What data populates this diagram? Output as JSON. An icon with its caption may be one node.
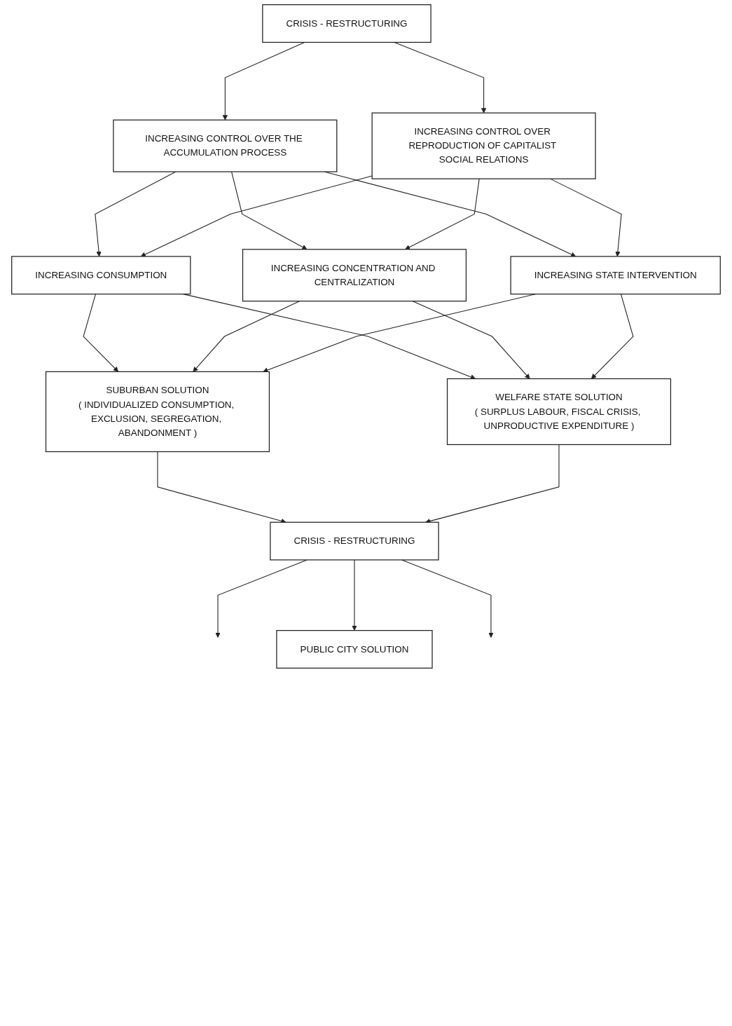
{
  "diagram": {
    "nodes": [
      {
        "text": [
          "CRISIS - RESTRUCTURING"
        ]
      },
      {
        "text": [
          "INCREASING CONTROL OVER THE ACCUMULATION PROCESS"
        ]
      },
      {
        "text": [
          "INCREASING CONTROL OVER REPRODUCTION OF CAPITALIST SOCIAL RELATIONS"
        ]
      },
      {
        "text": [
          "INCREASING CONSUMPTION"
        ]
      },
      {
        "text": [
          "INCREASING CONCENTRATION AND CENTRALIZATION"
        ]
      },
      {
        "text": [
          "INCREASING STATE INTERVENTION"
        ]
      },
      {
        "text": [
          "SUBURBAN SOLUTION",
          "( INDIVIDUALIZED CONSUMPTION, EXCLUSION, SEGREGATION, ABANDONMENT )"
        ]
      },
      {
        "text": [
          "WELFARE STATE SOLUTION",
          "( SURPLUS LABOUR, FISCAL CRISIS, UNPRODUCTIVE EXPENDITURE )"
        ]
      },
      {
        "text": [
          "CRISIS - RESTRUCTURING"
        ]
      },
      {
        "text": [
          "PUBLIC CITY SOLUTION"
        ]
      }
    ],
    "edges": [
      {
        "from": 0,
        "to": 1,
        "arrow": "to"
      },
      {
        "from": 0,
        "to": 2,
        "arrow": "to"
      },
      {
        "from": 1,
        "to": 3,
        "arrow": "to"
      },
      {
        "from": 1,
        "to": 4,
        "arrow": "to"
      },
      {
        "from": 1,
        "to": 5,
        "arrow": "to"
      },
      {
        "from": 2,
        "to": 3,
        "arrow": "to"
      },
      {
        "from": 2,
        "to": 4,
        "arrow": "to"
      },
      {
        "from": 2,
        "to": 5,
        "arrow": "to"
      },
      {
        "from": 3,
        "to": 6,
        "arrow": "to"
      },
      {
        "from": 3,
        "to": 7,
        "arrow": "to"
      },
      {
        "from": 4,
        "to": 6,
        "arrow": "to"
      },
      {
        "from": 4,
        "to": 7,
        "arrow": "to"
      },
      {
        "from": 5,
        "to": 6,
        "arrow": "to"
      },
      {
        "from": 5,
        "to": 7,
        "arrow": "to"
      },
      {
        "from": 6,
        "to": 8,
        "arrow": "to"
      },
      {
        "from": 7,
        "to": 8,
        "arrow": "to"
      },
      {
        "from": 8,
        "to": null,
        "arrow": "to"
      },
      {
        "from": 8,
        "to": 9,
        "arrow": "to"
      },
      {
        "from": 8,
        "to": null,
        "arrow": "to"
      }
    ]
  }
}
